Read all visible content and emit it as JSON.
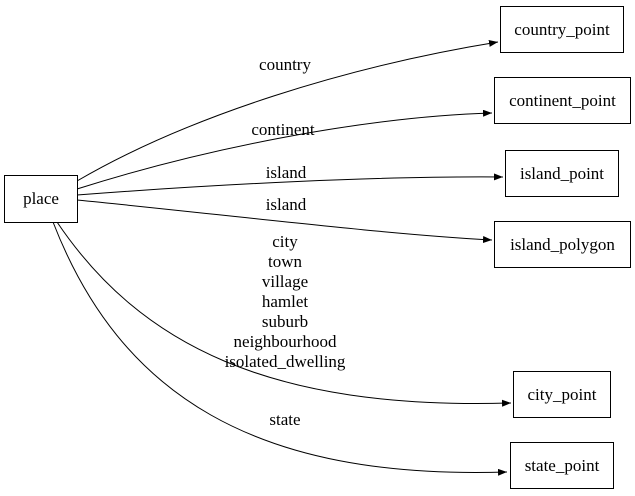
{
  "diagram": {
    "type": "directed-graph",
    "layout": "left-to-right",
    "colors": {
      "background": "#ffffff",
      "node_border": "#000000",
      "edge": "#000000",
      "text": "#000000"
    },
    "nodes": {
      "place": {
        "label": "place"
      },
      "country_point": {
        "label": "country_point"
      },
      "continent_point": {
        "label": "continent_point"
      },
      "island_point": {
        "label": "island_point"
      },
      "island_polygon": {
        "label": "island_polygon"
      },
      "city_point": {
        "label": "city_point"
      },
      "state_point": {
        "label": "state_point"
      }
    },
    "edges": {
      "country": {
        "from": "place",
        "to": "country_point",
        "label": "country"
      },
      "continent": {
        "from": "place",
        "to": "continent_point",
        "label": "continent"
      },
      "island_point": {
        "from": "place",
        "to": "island_point",
        "label": "island"
      },
      "island_polygon": {
        "from": "place",
        "to": "island_polygon",
        "label": "island"
      },
      "city_group": {
        "from": "place",
        "to": "city_point",
        "label": "city\ntown\nvillage\nhamlet\nsuburb\nneighbourhood\nisolated_dwelling"
      },
      "state": {
        "from": "place",
        "to": "state_point",
        "label": "state"
      }
    }
  }
}
